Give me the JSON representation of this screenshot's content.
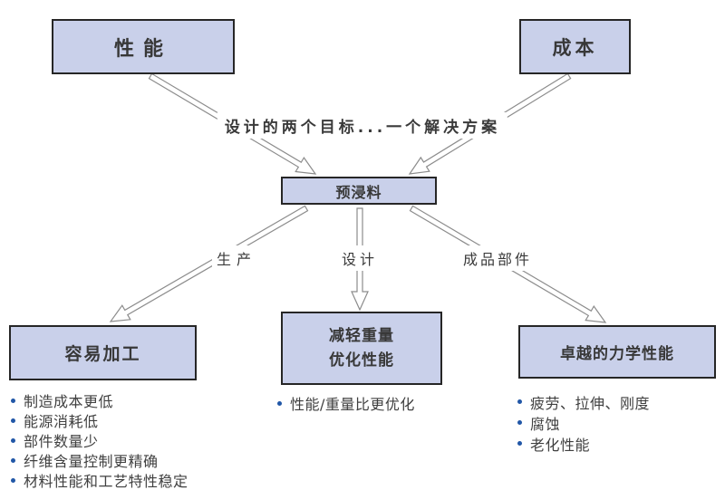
{
  "diagram": {
    "top_boxes": [
      {
        "id": "performance",
        "label": "性能"
      },
      {
        "id": "cost",
        "label": "成本"
      }
    ],
    "goal_text": "设计的两个目标...一个解决方案",
    "center_box": {
      "label": "预浸料"
    },
    "sections": [
      {
        "id": "production",
        "branch_label": "生产",
        "box_label": "容易加工",
        "bullets": [
          "制造成本更低",
          "能源消耗低",
          "部件数量少",
          "纤维含量控制更精确",
          "材料性能和工艺特性稳定"
        ]
      },
      {
        "id": "design",
        "branch_label": "设计",
        "box_lines": [
          "减轻重量",
          "优化性能"
        ],
        "bullets": [
          "性能/重量比更优化"
        ]
      },
      {
        "id": "finished-parts",
        "branch_label": "成品部件",
        "box_label": "卓越的力学性能",
        "bullets": [
          "疲劳、拉伸、刚度",
          "腐蚀",
          "老化性能"
        ]
      }
    ],
    "colors": {
      "box_fill": "#c9d0ea",
      "box_border": "#262626",
      "bullet_dot": "#2157a7",
      "arrow_stroke": "#8c8c8c",
      "text": "#3a3a3a"
    }
  }
}
